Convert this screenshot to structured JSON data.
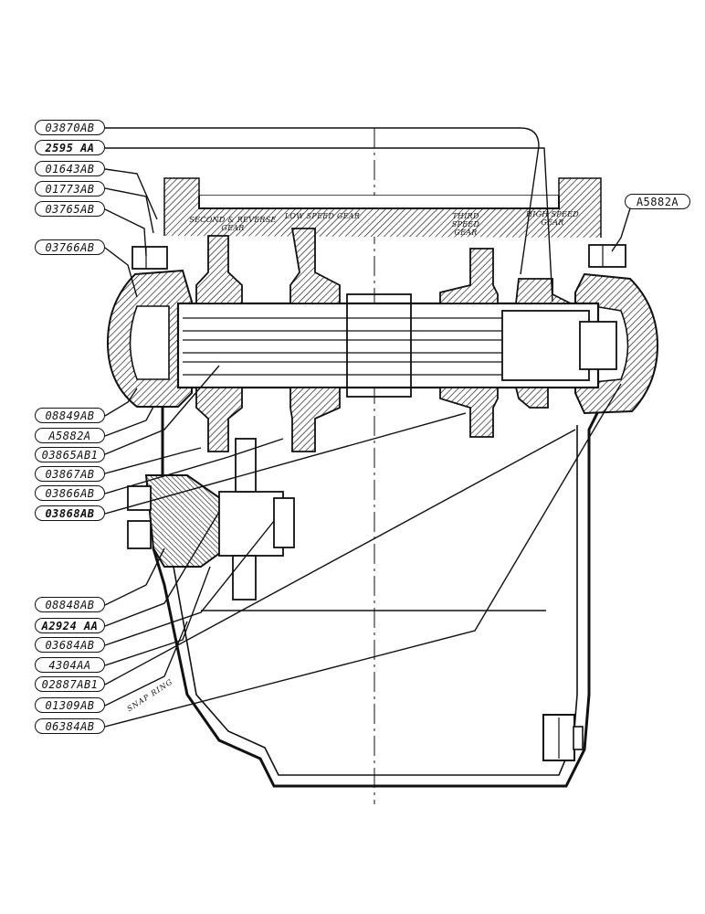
{
  "callouts_left": [
    "03870AB",
    "2595 AA",
    "01643AB",
    "01773AB",
    "03765AB",
    "03766AB",
    "08849AB",
    "A5882A",
    "03865AB1",
    "03867AB",
    "03866AB",
    "03868AB",
    "08848AB",
    "A2924 AA",
    "03684AB",
    "4304AA",
    "02887AB1",
    "01309AB",
    "06384AB"
  ],
  "callout_right": "A5882A",
  "gear_labels": {
    "second_reverse": "SECOND & REVERSE",
    "second_reverse_gear": "GEAR",
    "low_speed": "LOW SPEED GEAR",
    "third_speed": "THIRD SPEED",
    "third_speed_gear": "GEAR",
    "high_speed": "HIGH SPEED",
    "high_speed_gear": "GEAR"
  },
  "snap_ring_label": "SNAP RING"
}
